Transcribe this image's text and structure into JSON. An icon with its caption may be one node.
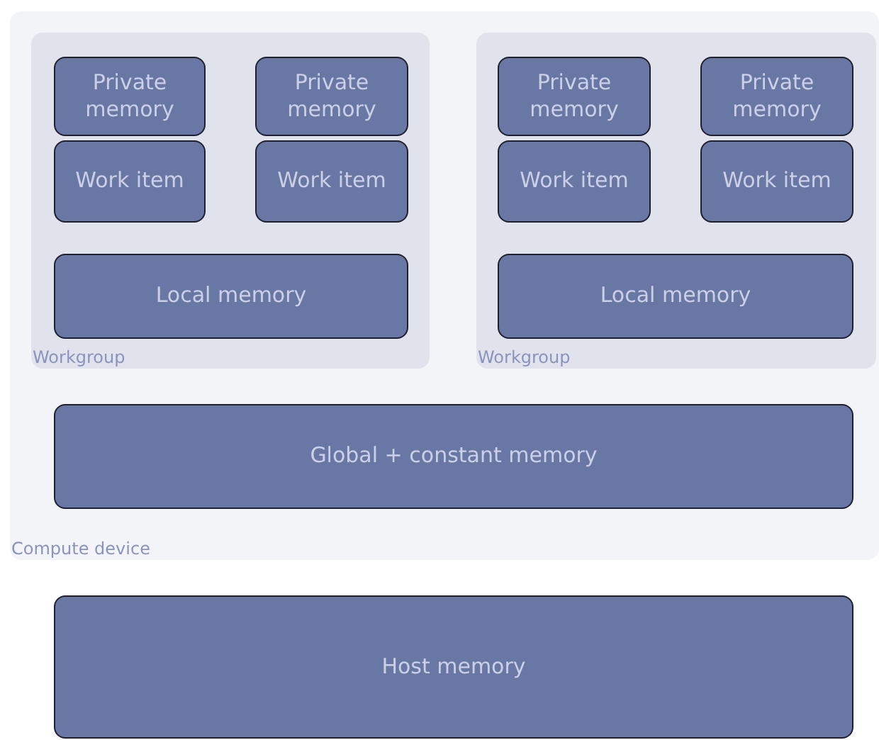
{
  "diagram": {
    "nodes": [
      {
        "text": [
          "Compute device"
        ]
      },
      {
        "text": [
          "Workgroup"
        ],
        "in": 0
      },
      {
        "text": [
          "Private memory"
        ],
        "in": 1
      },
      {
        "text": [
          "Private memory"
        ],
        "in": 1
      },
      {
        "text": [
          "Work item"
        ],
        "in": 1
      },
      {
        "text": [
          "Work item"
        ],
        "in": 1
      },
      {
        "text": [
          "Local memory"
        ],
        "in": 1
      },
      {
        "text": [
          "Workgroup"
        ],
        "in": 0
      },
      {
        "text": [
          "Private memory"
        ],
        "in": 7
      },
      {
        "text": [
          "Private memory"
        ],
        "in": 7
      },
      {
        "text": [
          "Work item"
        ],
        "in": 7
      },
      {
        "text": [
          "Work item"
        ],
        "in": 7
      },
      {
        "text": [
          "Local memory"
        ],
        "in": 7
      },
      {
        "text": [
          "Global + constant memory"
        ],
        "in": 0
      },
      {
        "text": [
          "Host memory"
        ]
      }
    ]
  }
}
